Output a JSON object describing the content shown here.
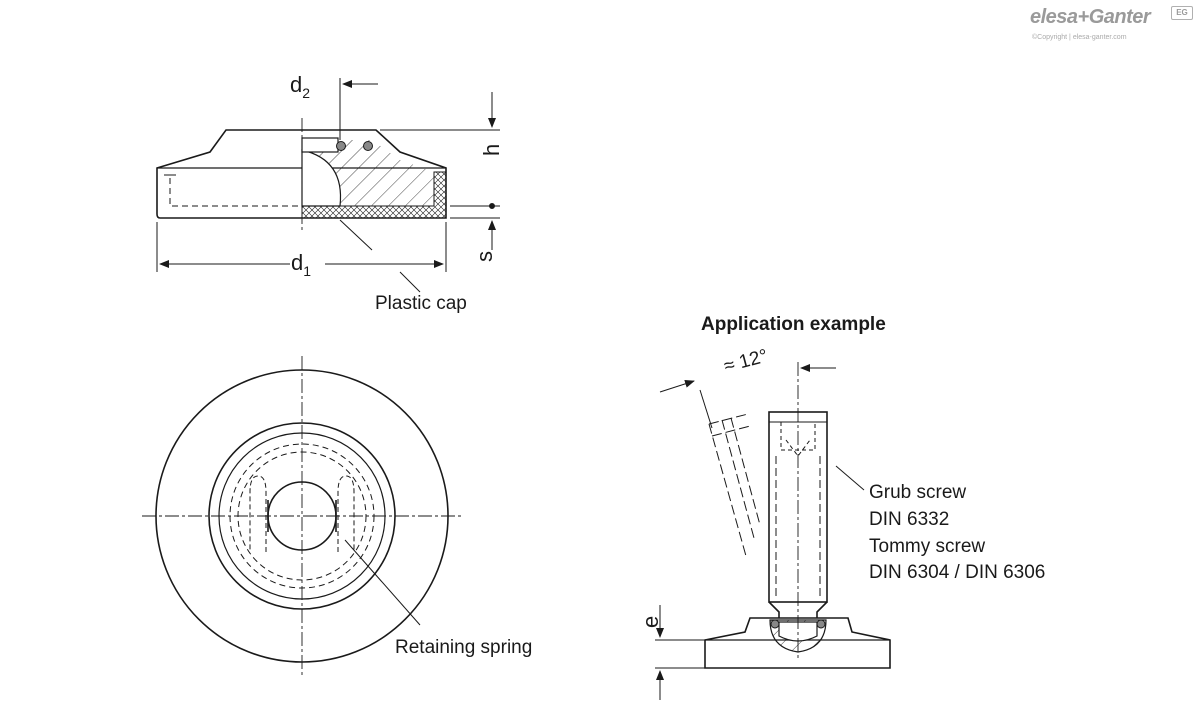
{
  "logo": {
    "brand": "elesa+Ganter",
    "badge": "EG",
    "copyright": "©Copyright | elesa-ganter.com"
  },
  "labels": {
    "d2_letter": "d",
    "d2_sub": "2",
    "h": "h",
    "s": "s",
    "d1_letter": "d",
    "d1_sub": "1",
    "plastic_cap": "Plastic cap",
    "retaining_spring": "Retaining spring",
    "application_example": "Application example",
    "angle": "≈ 12°",
    "grub_screw": "Grub screw",
    "din_6332": "DIN 6332",
    "tommy_screw": "Tommy screw",
    "din_6304_6306": "DIN 6304 / DIN 6306",
    "e": "e"
  },
  "colors": {
    "line": "#1a1a1a",
    "cap_fill": "#d8d8d8"
  }
}
